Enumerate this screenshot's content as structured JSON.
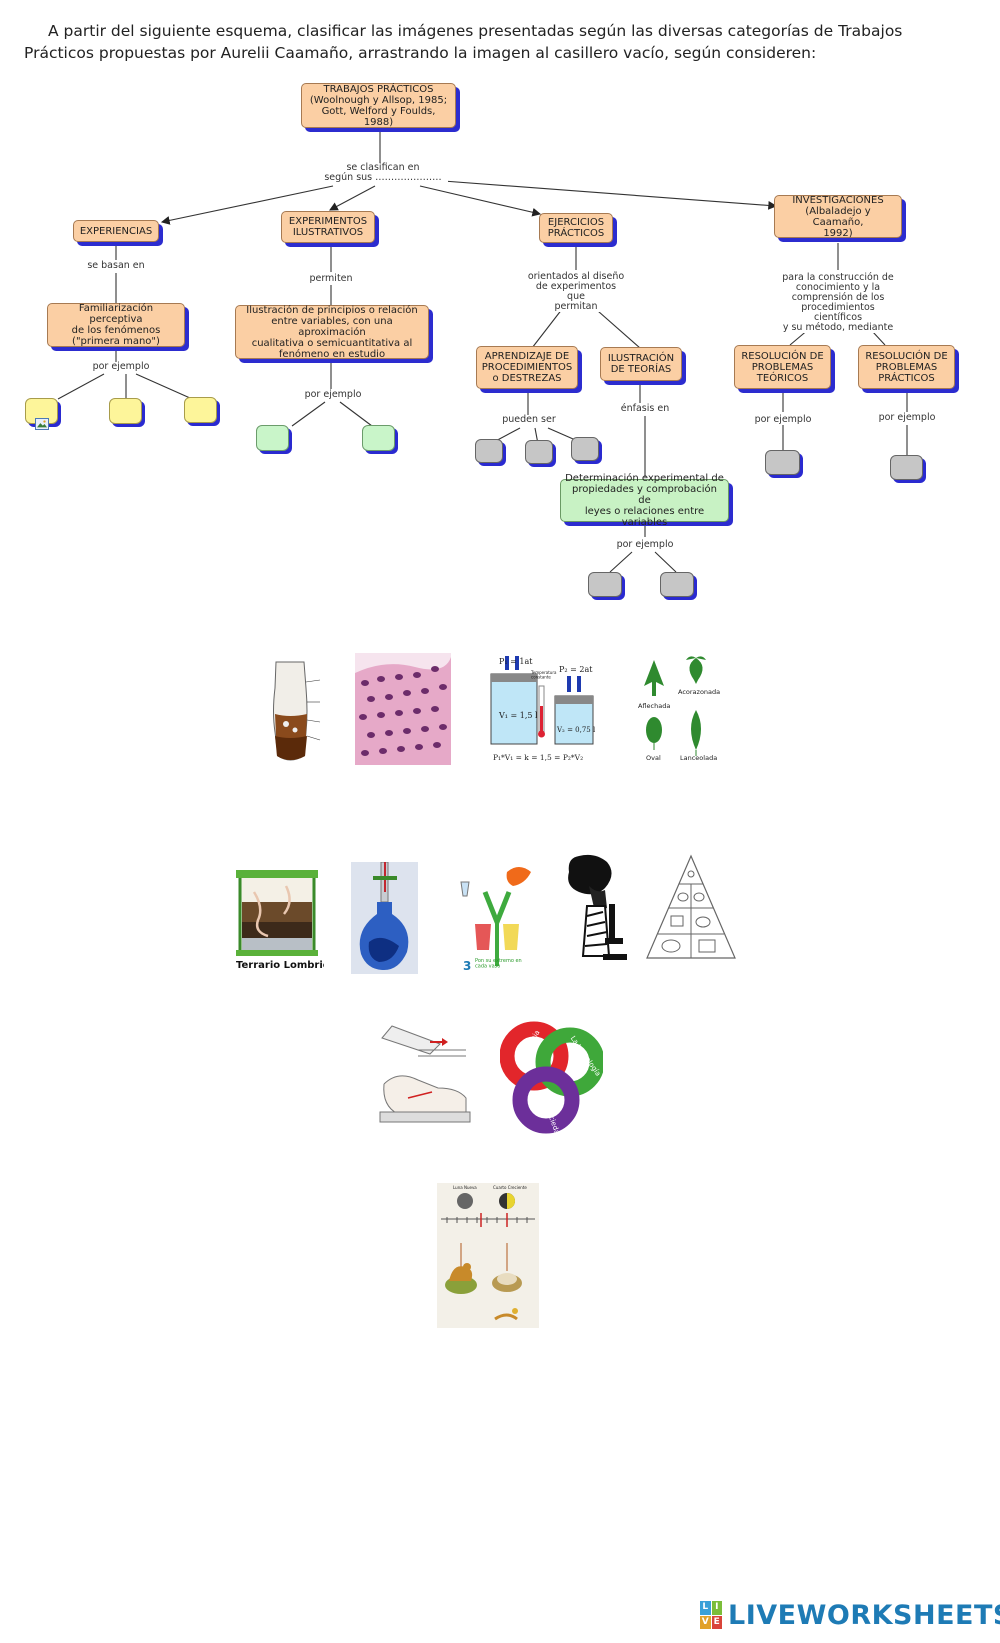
{
  "instructions": "A partir del siguiente esquema, clasificar las imágenes presentadas según las diversas categorías de Trabajos Prácticos propuestas por Aurelii  Caamaño, arrastrando la imagen al casillero vacío, según consideren:",
  "concept_map": {
    "root": "TRABAJOS PRÁCTICOS\n(Woolnough y Allsop, 1985;\nGott, Welford y Foulds, 1988)",
    "root_link": "se clasifican en\nsegún sus …………………",
    "categories": {
      "experiencias": "EXPERIENCIAS",
      "experimentos": "EXPERIMENTOS\nILUSTRATIVOS",
      "ejercicios": "EJERCICIOS\nPRÁCTICOS",
      "investigaciones": "INVESTIGACIONES\n(Albaladejo y Caamaño,\n1992)"
    },
    "links": {
      "experiencias": "se basan en",
      "experimentos": "permiten",
      "ejercicios": "orientados al diseño\nde experimentos que\npermitan",
      "investigaciones": "para la construcción de\nconocimiento y la\ncomprensión de los\nprocedimientos científicos\ny su método, mediante",
      "procedimientos": "pueden ser",
      "teorias": "énfasis en",
      "ejemplo": "por ejemplo"
    },
    "sub_nodes": {
      "familiarizacion": "Familiarización perceptiva\nde los fenómenos\n(\"primera mano\")",
      "ilustracion_principios": "Ilustración de principios o relación\nentre variables, con una aproximación\ncualitativa o semicuantitativa al\nfenómeno en estudio",
      "aprendizaje": "APRENDIZAJE DE\nPROCEDIMIENTOS\no DESTREZAS",
      "ilustracion_teorias": "ILUSTRACIÓN\nDE TEORÍAS",
      "resolucion_teoricos": "RESOLUCIÓN DE\nPROBLEMAS\nTEÓRICOS",
      "resolucion_practicos": "RESOLUCIÓN DE\nPROBLEMAS\nPRÁCTICOS",
      "determinacion": "Determinación experimental de\npropiedades y comprobación de\nleyes o relaciones entre variables"
    }
  },
  "image_texts": {
    "gas_p1": "P₁ = 1at",
    "gas_p2": "P₂ = 2at",
    "gas_temp": "Temperatura\nconstante",
    "gas_v1": "V₁ = 1,5 l",
    "gas_v2": "V₂ = 0,75 l",
    "gas_formula": "P₁*V₁ = k = 1,5 = P₂*V₂",
    "leaf_1": "Aflechada",
    "leaf_2": "Acorazonada",
    "leaf_3": "Oval",
    "leaf_4": "Lanceolada",
    "worm_label": "Terrario Lombrices",
    "flower_step": "3",
    "flower_caption": "Pon su extremo en\ncada vaso",
    "ring_1": "La ciencia",
    "ring_2": "La tecnología",
    "ring_3": "La sociedad",
    "moon_1": "Luna Nueva",
    "moon_2": "Cuarto Creciente"
  },
  "brand": {
    "name": "LIVEWORKSHEETS",
    "mark": [
      "L",
      "I",
      "V",
      "E"
    ],
    "color": "#1e7bb5"
  },
  "colors": {
    "node": "#fbcfa4",
    "node_green": "#c8f2c4",
    "shadow": "#2c2ccf",
    "slot_yellow": "#fdf59a",
    "slot_green": "#c9f5c9",
    "slot_gray": "#c6c6c6"
  }
}
